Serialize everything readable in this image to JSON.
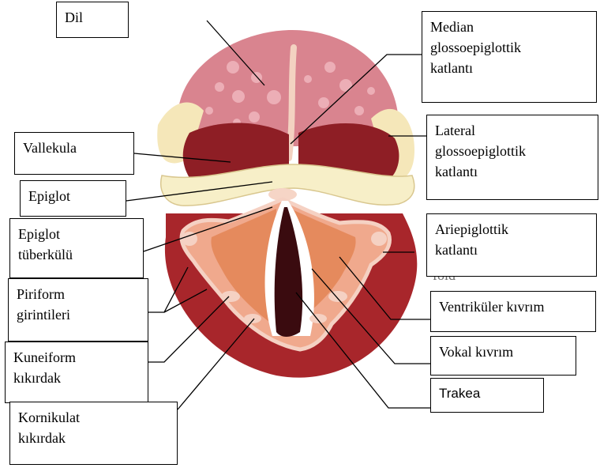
{
  "labels": {
    "dil": "Dil",
    "median": [
      "Median",
      "glossoepiglottik",
      "katlantı"
    ],
    "vallekula": "Vallekula",
    "lateral": [
      "Lateral",
      "glossoepiglottik",
      "katlantı"
    ],
    "epiglot": "Epiglot",
    "epiglot_tuberkulu": [
      "Epiglot",
      "tüberkülü"
    ],
    "ariepiglottik": [
      "Ariepiglottik",
      "katlantı"
    ],
    "piriform": [
      "Piriform",
      "girintileri"
    ],
    "ventrikuler": "Ventriküler kıvrım",
    "kuneiform": [
      "Kuneiform",
      "kıkırdak"
    ],
    "vokal": "Vokal kıvrım",
    "trakea": "Trakea",
    "kornikulat": [
      "Kornikulat",
      "kıkırdak"
    ]
  },
  "residual_text": {
    "fold": "fold"
  },
  "colors": {
    "tongue": "#d9848f",
    "tongue_papillae": "#ecaeb6",
    "vallecula": "#8e1e25",
    "epiglottis": "#f7efc8",
    "lateral_fold": "#f5e7b9",
    "glottis_rim": "#f0a98d",
    "aryepiglottic": "#e58a5d",
    "trachea": "#3a0b0f",
    "outer": "#a8262b"
  }
}
